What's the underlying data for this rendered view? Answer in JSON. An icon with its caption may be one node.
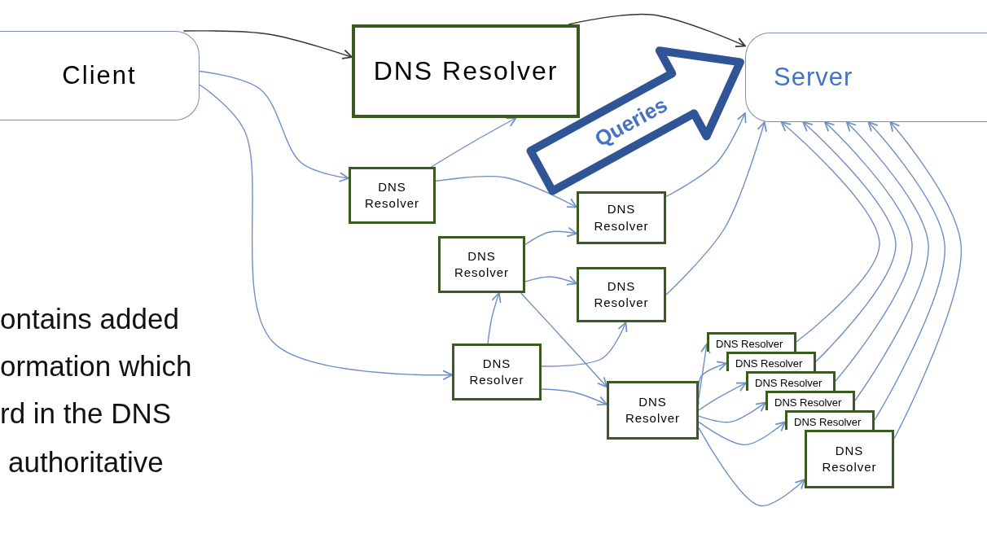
{
  "diagram": {
    "nodes": [
      {
        "text": [
          "Client"
        ]
      },
      {
        "text": [
          "DNS Resolver"
        ]
      },
      {
        "text": [
          "Server"
        ]
      },
      {
        "text": [
          "DNS Resolver"
        ]
      },
      {
        "text": [
          "DNS Resolver"
        ]
      },
      {
        "text": [
          "DNS Resolver"
        ]
      },
      {
        "text": [
          "DNS Resolver"
        ]
      },
      {
        "text": [
          "DNS Resolver"
        ]
      },
      {
        "text": [
          "DNS Resolver"
        ]
      },
      {
        "text": [
          "DNS Resolver"
        ]
      },
      {
        "text": [
          "DNS Resolver"
        ]
      },
      {
        "text": [
          "DNS Resolver"
        ]
      },
      {
        "text": [
          "DNS Resolver"
        ]
      },
      {
        "text": [
          "DNS Resolver"
        ]
      },
      {
        "text": [
          "DNS Resolver"
        ]
      }
    ],
    "edges": [
      {
        "from": 0,
        "to": 1,
        "arrow": "to",
        "color": "#333333"
      },
      {
        "from": 1,
        "to": 2,
        "arrow": "to",
        "color": "#333333"
      },
      {
        "from": 0,
        "to": 3,
        "arrow": "to"
      },
      {
        "from": 0,
        "to": 7,
        "arrow": "to"
      },
      {
        "from": 3,
        "to": 1,
        "arrow": "to"
      },
      {
        "from": 3,
        "to": 4,
        "arrow": "to"
      },
      {
        "from": 5,
        "to": 4,
        "arrow": "to"
      },
      {
        "from": 5,
        "to": 6,
        "arrow": "to"
      },
      {
        "from": 7,
        "to": 5,
        "arrow": "to"
      },
      {
        "from": 5,
        "to": 8,
        "arrow": "to"
      },
      {
        "from": 7,
        "to": 6,
        "arrow": "to"
      },
      {
        "from": 7,
        "to": 8,
        "arrow": "to"
      },
      {
        "from": 4,
        "to": 2,
        "arrow": "to"
      },
      {
        "from": 6,
        "to": 2,
        "arrow": "to"
      },
      {
        "from": 8,
        "to": 9,
        "arrow": "to"
      },
      {
        "from": 8,
        "to": 10,
        "arrow": "to"
      },
      {
        "from": 8,
        "to": 11,
        "arrow": "to"
      },
      {
        "from": 8,
        "to": 12,
        "arrow": "to"
      },
      {
        "from": 8,
        "to": 13,
        "arrow": "to"
      },
      {
        "from": 8,
        "to": 14,
        "arrow": "to"
      },
      {
        "from": 9,
        "to": 2,
        "arrow": "to"
      },
      {
        "from": 10,
        "to": 2,
        "arrow": "to"
      },
      {
        "from": 11,
        "to": 2,
        "arrow": "to"
      },
      {
        "from": 12,
        "to": 2,
        "arrow": "to"
      },
      {
        "from": 13,
        "to": 2,
        "arrow": "to"
      },
      {
        "from": 14,
        "to": 2,
        "arrow": "to"
      },
      {
        "from": null,
        "to": 2,
        "arrow": "to",
        "label": "Queries",
        "style": "thick",
        "color": "#2f5597"
      }
    ],
    "labels": [
      "ontains added",
      "ormation which",
      "rd in the DNS",
      "authoritative"
    ]
  }
}
